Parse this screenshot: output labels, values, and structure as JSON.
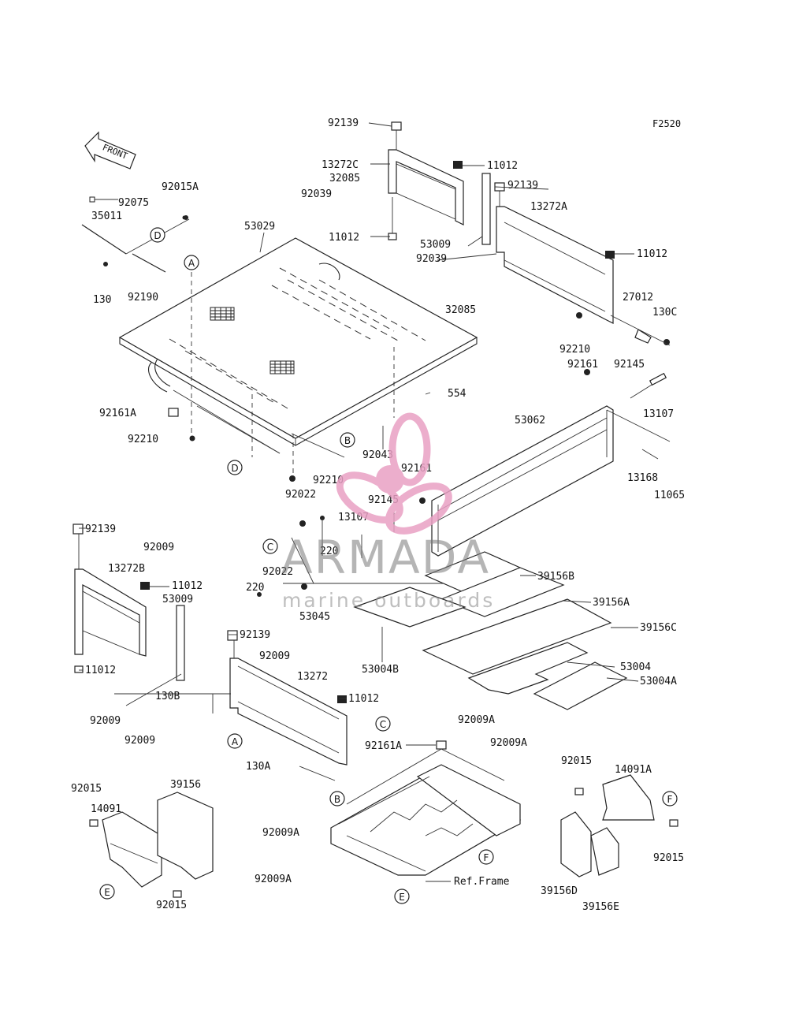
{
  "figure_code": "F2520",
  "front_label": "FRONT",
  "watermark": {
    "brand": "ARMADA",
    "tagline": "marine outboards",
    "accent_color": "#e9a0c4",
    "accent_dark": "#d9709f"
  },
  "ref_frame": "Ref.Frame",
  "callouts": {
    "A": "A",
    "B": "B",
    "C": "C",
    "D": "D",
    "E": "E",
    "F": "F"
  },
  "parts": {
    "p92139a": "92139",
    "p13272C": "13272C",
    "p32085a": "32085",
    "p92039a": "92039",
    "p11012a": "11012",
    "p11012b": "11012",
    "p92139b": "92139",
    "p13272A": "13272A",
    "p11012c": "11012",
    "p53009a": "53009",
    "p92039b": "92039",
    "p32085b": "32085",
    "p27012": "27012",
    "p130C": "130C",
    "p92210a": "92210",
    "p92161a": "92161",
    "p92145a": "92145",
    "p13107a": "13107",
    "p554": "554",
    "p53062": "53062",
    "p13168": "13168",
    "p11065": "11065",
    "p92015A": "92015A",
    "p92075": "92075",
    "p35011": "35011",
    "p53029": "53029",
    "p130": "130",
    "p92190": "92190",
    "p92161A": "92161A",
    "p92210b": "92210",
    "p92043": "92043",
    "p92210c": "92210",
    "p92161b": "92161",
    "p92145b": "92145",
    "p92022a": "92022",
    "p13107b": "13107",
    "p220a": "220",
    "p92022b": "92022",
    "p220b": "220",
    "p53045": "53045",
    "p39156B": "39156B",
    "p39156A": "39156A",
    "p39156C": "39156C",
    "p53004B": "53004B",
    "p53004": "53004",
    "p53004A": "53004A",
    "p92139c": "92139",
    "p92009a": "92009",
    "p13272B": "13272B",
    "p11012d": "11012",
    "p53009b": "53009",
    "p11012e": "11012",
    "p92139d": "92139",
    "p92009b": "92009",
    "p13272": "13272",
    "p11012f": "11012",
    "p130B": "130B",
    "p92009c": "92009",
    "p92009d": "92009",
    "p92161A2": "92161A",
    "p92009Aa": "92009A",
    "p92009Ab": "92009A",
    "p130A": "130A",
    "p92015a": "92015",
    "p14091A": "14091A",
    "p92015b": "92015",
    "p92015c": "92015",
    "p14091": "14091",
    "p39156": "39156",
    "p92015d": "92015",
    "p92009Ac": "92009A",
    "p92009Ad": "92009A",
    "p39156D": "39156D",
    "p39156E": "39156E"
  }
}
